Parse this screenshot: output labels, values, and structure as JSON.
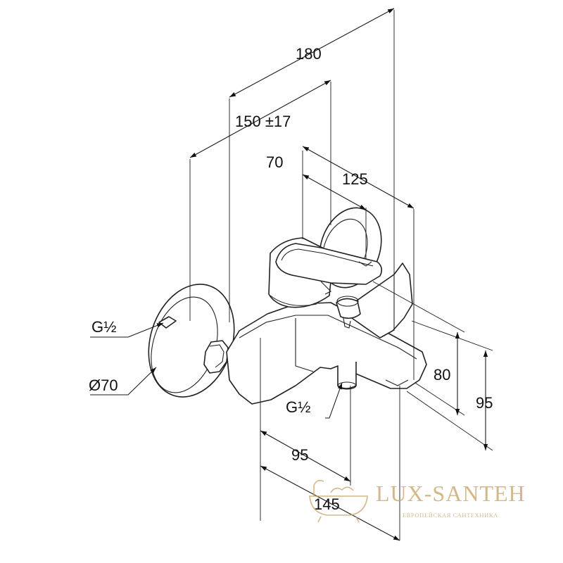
{
  "dimensions": {
    "overall_length": "180",
    "wall_spacing": "150 ±17",
    "handle_width": "70",
    "spout_projection": "125",
    "inlet_thread": "G½",
    "escutcheon_diameter": "Ø70",
    "outlet_thread": "G½",
    "height_80": "80",
    "height_95": "95",
    "depth_95": "95",
    "depth_145": "145"
  },
  "watermark": {
    "brand": "LUX-SANTEH",
    "tagline": "ЕВРОПЕЙСКАЯ САНТЕХНИКА",
    "color": "#c9a56a"
  }
}
